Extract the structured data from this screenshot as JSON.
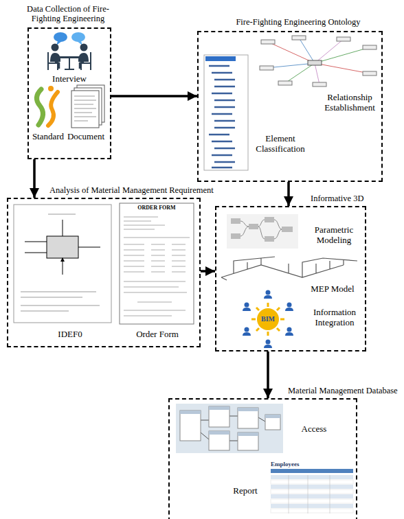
{
  "diagram": {
    "nodes": [
      {
        "text": [
          "Data Collection of Fire-Fighting Engineering",
          "Interview",
          "Standard",
          "Document"
        ]
      },
      {
        "text": [
          "Fire-Fighting Engineering Ontology",
          "Relationship Establishment",
          "Element Classification"
        ]
      },
      {
        "text": [
          "Analysis of Material Management Requirement",
          "IDEF0",
          "Order Form"
        ]
      },
      {
        "text": [
          "Informative 3D",
          "Parametric Modeling",
          "MEP Model",
          "Information Integration"
        ]
      },
      {
        "text": [
          "Material Management Database",
          "Access",
          "Report"
        ]
      }
    ],
    "edges": [
      {
        "from": 0,
        "to": 1,
        "arrow": "to"
      },
      {
        "from": 0,
        "to": 2,
        "arrow": "to"
      },
      {
        "from": 1,
        "to": 3,
        "arrow": "to"
      },
      {
        "from": 2,
        "to": 3,
        "arrow": "to"
      },
      {
        "from": 3,
        "to": 4,
        "arrow": "to"
      }
    ],
    "labels": [
      "ORDER FORM",
      "BIM",
      "Employees"
    ]
  }
}
